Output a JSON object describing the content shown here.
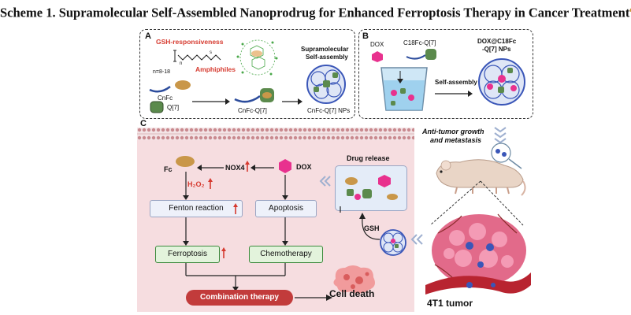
{
  "title": "Scheme 1. Supramolecular Self-Assembled Nanoprodrug for Enhanced Ferroptosis Therapy in Cancer Treatment",
  "title_sup": "a",
  "panel_a": {
    "label": "A",
    "gsh": "GSH-responsiveness",
    "n_range": "n=8-18",
    "n_sub": "n",
    "amphiphiles": "Amphiphiles",
    "cnfc": "CnFc",
    "q7": "Q[7]",
    "cnfc_q7": "CnFc-Q[7]",
    "supra": "Supramolecular",
    "self_assembly": "Self-assembly",
    "nps": "CnFc-Q[7] NPs"
  },
  "panel_b": {
    "label": "B",
    "dox": "DOX",
    "c18": "C18Fc-Q[7]",
    "self_assembly": "Self-assembly",
    "product1": "DOX@C18Fc",
    "product2": "-Q[7] NPs"
  },
  "panel_c": {
    "label": "C",
    "fc": "Fc",
    "nox4": "NOX4",
    "dox": "DOX",
    "h2o2": "H₂O₂",
    "fenton": "Fenton reaction",
    "apoptosis": "Apoptosis",
    "ferroptosis": "Ferroptosis",
    "chemo": "Chemotherapy",
    "combo": "Combination therapy",
    "cell_death": "Cell death",
    "drug_release": "Drug release",
    "gsh": "GSH"
  },
  "right": {
    "anti1": "Anti-tumor growth",
    "anti2": "and metastasis",
    "tumor": "4T1 tumor"
  },
  "colors": {
    "accent_red": "#d63a2f",
    "membrane_pink": "#f6dde0",
    "panel_blue": "#e4ecf8",
    "nano_blue": "#3a56b8"
  }
}
